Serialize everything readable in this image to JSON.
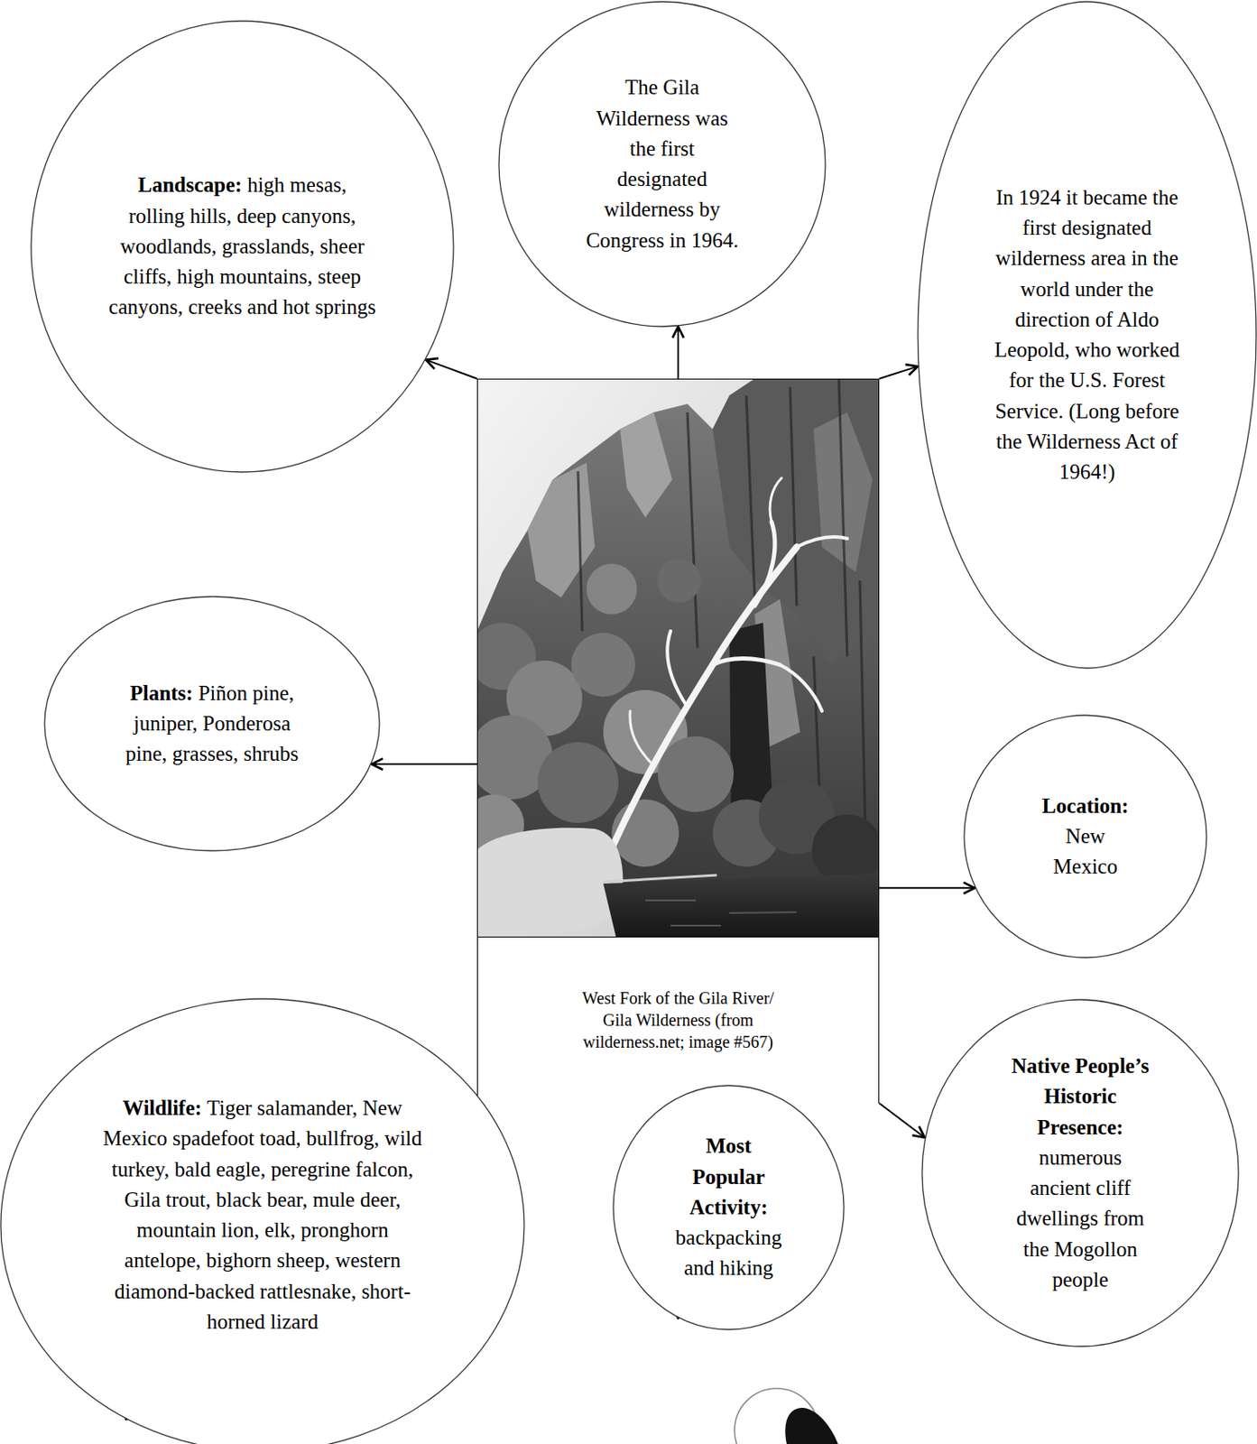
{
  "diagram": {
    "nodes": [
      {
        "text": [
          "Landscape:",
          "high mesas, rolling hills, deep canyons, woodlands, grasslands, sheer cliffs, high mountains, steep canyons, creeks and hot springs"
        ]
      },
      {
        "text": [
          "The Gila Wilderness was the first designated wilderness by Congress in 1964."
        ]
      },
      {
        "text": [
          "In 1924 it became the first designated wilderness area in the world under the direction of Aldo Leopold, who worked for the U.S. Forest Service. (Long before the Wilderness Act of 1964!)"
        ]
      },
      {
        "text": [
          "Plants:",
          "Piñon pine, juniper, Ponderosa pine, grasses, shrubs"
        ]
      },
      {
        "text": [
          "West Fork of the Gila River/ Gila Wilderness (from wilderness.net; image #567)"
        ]
      },
      {
        "text": [
          "Location:",
          "New Mexico"
        ]
      },
      {
        "text": [
          "Wildlife:",
          "Tiger salamander, New Mexico spadefoot toad, bullfrog, wild turkey, bald eagle, peregrine falcon, Gila trout, black bear, mule deer, mountain lion, elk, pronghorn antelope, bighorn sheep, western diamond-backed rattlesnake, short-horned lizard"
        ]
      },
      {
        "text": [
          "Most Popular Activity:",
          "backpacking and hiking"
        ]
      },
      {
        "text": [
          "Native People’s Historic Presence:",
          "numerous ancient cliff dwellings from the Mogollon people"
        ]
      }
    ],
    "edges": [
      {
        "from": 4,
        "to": 0,
        "arrow": "to"
      },
      {
        "from": 4,
        "to": 1,
        "arrow": "to"
      },
      {
        "from": 4,
        "to": 2,
        "arrow": "to"
      },
      {
        "from": 4,
        "to": 3,
        "arrow": "to"
      },
      {
        "from": 4,
        "to": 5,
        "arrow": "to"
      },
      {
        "from": 4,
        "to": 6,
        "arrow": "to"
      },
      {
        "from": 4,
        "to": 7,
        "arrow": "to"
      },
      {
        "from": 4,
        "to": 8,
        "arrow": "to"
      }
    ]
  }
}
